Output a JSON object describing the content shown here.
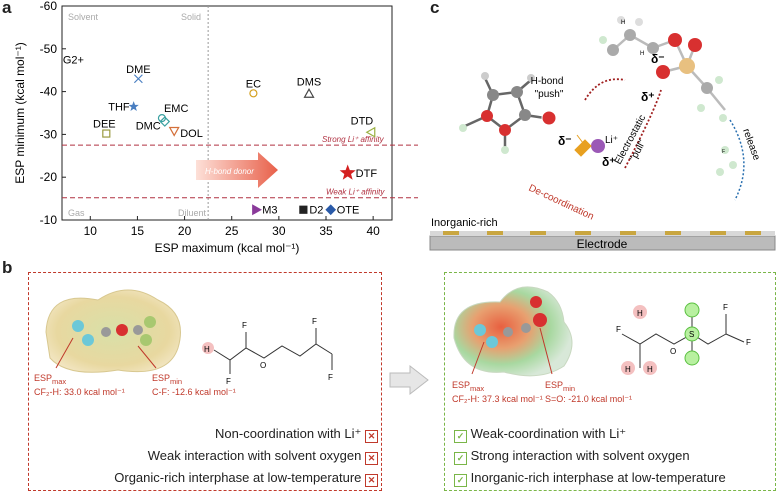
{
  "panels": {
    "a": "a",
    "b": "b",
    "c": "c"
  },
  "chart_data": {
    "type": "scatter",
    "xlabel": "ESP maximum (kcal mol⁻¹)",
    "ylabel": "ESP minimum (kcal mol⁻¹)",
    "xlim": [
      7,
      42
    ],
    "ylim": [
      -10,
      -60
    ],
    "xticks": [
      "10",
      "15",
      "20",
      "25",
      "30",
      "35",
      "40"
    ],
    "yticks": [
      "-60",
      "-50",
      "-40",
      "-30",
      "-20",
      "-10"
    ],
    "ytick_vals": [
      -60,
      -50,
      -40,
      -30,
      -20,
      -10
    ],
    "xtick_vals": [
      10,
      15,
      20,
      25,
      30,
      35,
      40
    ],
    "regions": {
      "solvent": "Solvent",
      "solid": "Solid",
      "gas": "Gas",
      "diluent": "Diluent"
    },
    "lines": {
      "strong": "Strong Li⁺ affinity",
      "weak": "Weak Li⁺ affinity",
      "strong_y": -27.5,
      "weak_y": -15.2,
      "vline_x": 22.5
    },
    "arrow_label": "H-bond donor",
    "points": [
      {
        "label": "G2+",
        "x": 10.6,
        "y": -47.5,
        "color": "#111111",
        "marker": "none"
      },
      {
        "label": "DME",
        "x": 15.1,
        "y": -43,
        "color": "#4a7fc1",
        "marker": "x"
      },
      {
        "label": "THF",
        "x": 14.6,
        "y": -36.5,
        "color": "#4a7fc1",
        "marker": "star"
      },
      {
        "label": "EMC",
        "x": 17.6,
        "y": -33.8,
        "color": "#3aa0a0",
        "marker": "circle"
      },
      {
        "label": "DMC",
        "x": 17.9,
        "y": -33,
        "color": "#3aa0a0",
        "marker": "diamond"
      },
      {
        "label": "DOL",
        "x": 18.9,
        "y": -30.8,
        "color": "#d4703a",
        "marker": "triangle-down"
      },
      {
        "label": "DEE",
        "x": 11.7,
        "y": -30.2,
        "color": "#9a9a40",
        "marker": "square"
      },
      {
        "label": "EC",
        "x": 27.3,
        "y": -39.6,
        "color": "#d4a020",
        "marker": "circle"
      },
      {
        "label": "DMS",
        "x": 33.2,
        "y": -39.5,
        "color": "#444444",
        "marker": "triangle-up"
      },
      {
        "label": "DTD",
        "x": 39.8,
        "y": -30.5,
        "color": "#9ab040",
        "marker": "triangle-left"
      },
      {
        "label": "DTF",
        "x": 37.3,
        "y": -21.0,
        "color": "#d42020",
        "marker": "star"
      },
      {
        "label": "M3",
        "x": 27.6,
        "y": -12.4,
        "color": "#8a3a9a",
        "marker": "triangle-right"
      },
      {
        "label": "D2",
        "x": 32.6,
        "y": -12.4,
        "color": "#222222",
        "marker": "square"
      },
      {
        "label": "OTE",
        "x": 35.5,
        "y": -12.4,
        "color": "#2a5aa8",
        "marker": "diamond"
      }
    ]
  },
  "b": {
    "left": {
      "esp_max": "ESP",
      "esp_max_sub": "max",
      "esp_max_val": "CF₂-H: 33.0 kcal mol⁻¹",
      "esp_min": "ESP",
      "esp_min_sub": "min",
      "esp_min_val": "C-F: -12.6 kcal mol⁻¹",
      "features": [
        "Non-coordination with Li⁺",
        "Weak interaction with solvent oxygen",
        "Organic-rich interphase at low-temperature"
      ],
      "mark": "✕",
      "color": "#c0392b"
    },
    "right": {
      "esp_max": "ESP",
      "esp_max_sub": "max",
      "esp_max_val": "CF₂-H: 37.3 kcal mol⁻¹",
      "esp_min": "ESP",
      "esp_min_sub": "min",
      "esp_min_val": "S=O: -21.0 kcal mol⁻¹",
      "features": [
        "Weak-coordination with Li⁺",
        "Strong interaction with solvent oxygen",
        "Inorganic-rich interphase at low-temperature"
      ],
      "mark": "✓",
      "color": "#7ab648"
    },
    "atoms": {
      "F": "F",
      "H": "H",
      "O": "O",
      "S": "S"
    }
  },
  "c": {
    "hbond": "H-bond",
    "push": "\"push\"",
    "electrostatic": "Electrostatic",
    "pull": "\"pull\"",
    "decoord": "De-coordination",
    "release": "release",
    "inorganic": "Inorganic-rich",
    "electrode": "Electrode",
    "li": "Li⁺",
    "delta_minus": "δ⁻",
    "delta_plus": "δ⁺",
    "H": "H",
    "F": "F"
  }
}
